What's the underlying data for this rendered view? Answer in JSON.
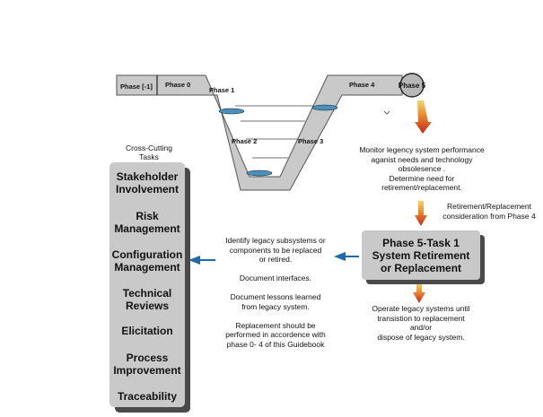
{
  "phases": {
    "phase_neg1": "Phase [-1]",
    "phase_0": "Phase 0",
    "phase_1": "Phase 1",
    "phase_2": "Phase 2",
    "phase_3": "Phase 3",
    "phase_4": "Phase 4",
    "phase_5": "Phase 5"
  },
  "cross_cutting": {
    "title": "Cross-Cutting\nTasks",
    "items": [
      "Stakeholder\nInvolvement",
      "Risk\nManagement",
      "Configuration\nManagement",
      "Technical\nReviews",
      "Elicitation",
      "Process\nImprovement",
      "Traceability"
    ]
  },
  "task_box": {
    "label": "Phase 5-Task 1\nSystem Retirement\nor Replacement"
  },
  "notes": {
    "monitor": "Monitor legency system performance\naganist needs and technology\nobsolesence .\nDetermine need for\nretirement/replacement.",
    "retirement_consideration": "Retirement/Replacement\nconsideration from Phase 4",
    "identify": "Identify legacy subsystems or\ncomponents to be replaced\nor retired.\n\nDocument interfaces.\n\nDocument lessons learned\nfrom legacy system.\n\nReplacement should be\nperformed in accordence with\nphase 0- 4 of this Guidebook",
    "operate": "Operate legacy systems until\ntransistion to replacement\nand/or\ndispose of legacy system."
  },
  "colors": {
    "band_fill": "#c9c9c9",
    "band_stroke": "#555555",
    "panel_fill": "#c9c9c9",
    "shadow": "#4a4a4a",
    "ring_fill": "#4a90b8",
    "arrow_blue": "#1e6aa8",
    "arrow_top": "#f2c14a",
    "arrow_bottom": "#c0281c"
  }
}
